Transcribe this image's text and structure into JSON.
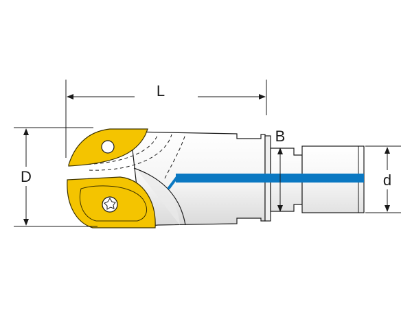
{
  "labels": {
    "length": "L",
    "diameter": "D",
    "shank_width": "B",
    "shank_diameter": "d"
  },
  "colors": {
    "insert": "#f4c400",
    "insert_edge": "#3a3000",
    "coolant": "#0a78c2",
    "body_shade": "#e6e6e6",
    "line": "#1a1a1a"
  },
  "icons": {
    "screw": "torx-screw-icon"
  }
}
